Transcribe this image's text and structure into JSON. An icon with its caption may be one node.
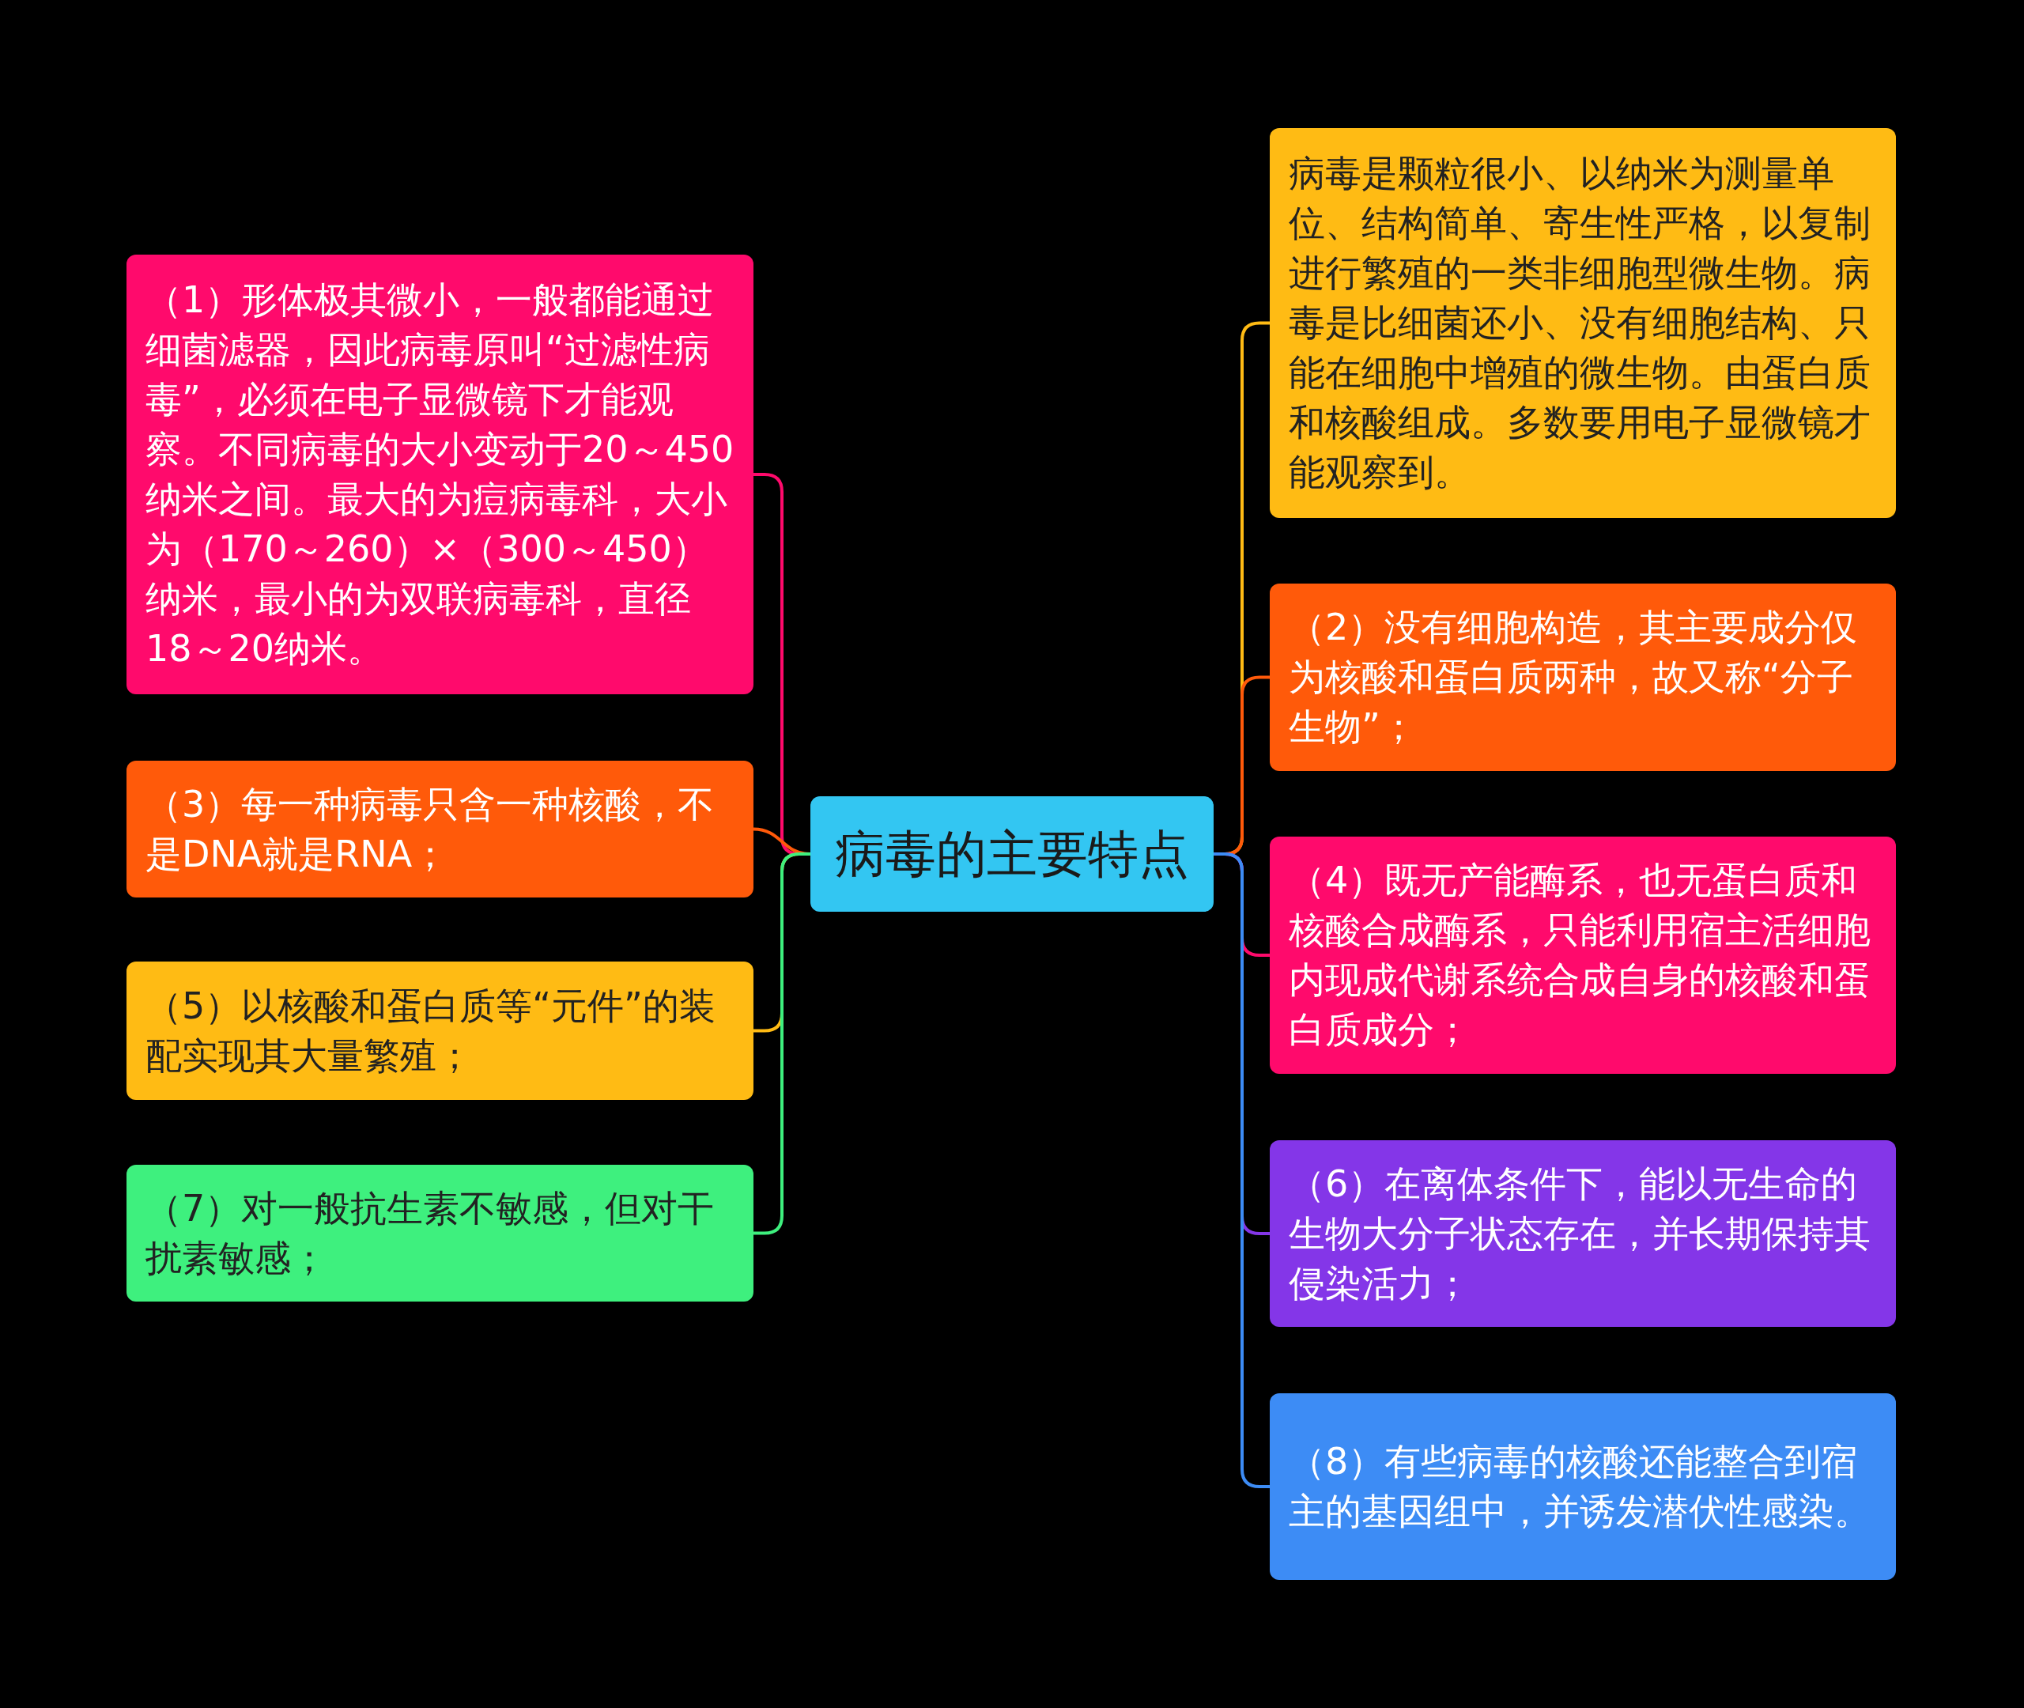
{
  "diagram": {
    "nodes": [
      {
        "text": [
          "病毒的主要特点"
        ]
      },
      {
        "text": [
          "病毒是颗粒很小、以纳米为测量单位、结构简单、寄生性严格，以复制进行繁殖的一类非细胞型微生物。病毒是比细菌还小、没有细胞结构、只能在细胞中增殖的微生物。由蛋白质和核酸组成。多数要用电子显微镜才能观察到。"
        ]
      },
      {
        "text": [
          "（1）形体极其微小，一般都能通过细菌滤器，因此病毒原叫“过滤性病毒”，必须在电子显微镜下才能观察。不同病毒的大小变动于20～450纳米之间。最大的为痘病毒科，大小为（170～260）×（300～450）纳米，最小的为双联病毒科，直径18～20纳米。"
        ]
      },
      {
        "text": [
          "（2）没有细胞构造，其主要成分仅为核酸和蛋白质两种，故又称“分子生物”；"
        ]
      },
      {
        "text": [
          "（3）每一种病毒只含一种核酸，不是DNA就是RNA；"
        ]
      },
      {
        "text": [
          "（4）既无产能酶系，也无蛋白质和核酸合成酶系，只能利用宿主活细胞内现成代谢系统合成自身的核酸和蛋白质成分；"
        ]
      },
      {
        "text": [
          "（5）以核酸和蛋白质等“元件”的装配实现其大量繁殖；"
        ]
      },
      {
        "text": [
          "（6）在离体条件下，能以无生命的生物大分子状态存在，并长期保持其侵染活力；"
        ]
      },
      {
        "text": [
          "（7）对一般抗生素不敏感，但对干扰素敏感；"
        ]
      },
      {
        "text": [
          "（8）有些病毒的核酸还能整合到宿主的基因组中，并诱发潜伏性感染。"
        ]
      }
    ],
    "edges": [
      {
        "from": 0,
        "to": 1,
        "arrow": "none",
        "color": "#ffbb14"
      },
      {
        "from": 0,
        "to": 2,
        "arrow": "none",
        "color": "#ff0a6c"
      },
      {
        "from": 0,
        "to": 3,
        "arrow": "none",
        "color": "#ff5a0a"
      },
      {
        "from": 0,
        "to": 4,
        "arrow": "none",
        "color": "#ff5a0a"
      },
      {
        "from": 0,
        "to": 5,
        "arrow": "none",
        "color": "#ff0a6c"
      },
      {
        "from": 0,
        "to": 6,
        "arrow": "none",
        "color": "#ffbb14"
      },
      {
        "from": 0,
        "to": 7,
        "arrow": "none",
        "color": "#8436e8"
      },
      {
        "from": 0,
        "to": 8,
        "arrow": "none",
        "color": "#3ef07e"
      },
      {
        "from": 0,
        "to": 9,
        "arrow": "none",
        "color": "#3d8cf5"
      }
    ]
  }
}
